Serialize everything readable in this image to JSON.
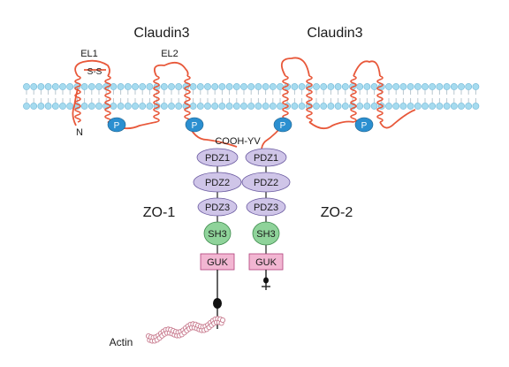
{
  "labels": {
    "claudin_left": "Claudin3",
    "claudin_right": "Claudin3",
    "el1": "EL1",
    "el2": "EL2",
    "disulfide": "S-S",
    "n_terminus": "N",
    "phospho": "P",
    "cooh": "COOH-YV",
    "zo1": "ZO-1",
    "zo2": "ZO-2",
    "actin": "Actin"
  },
  "zo1_domains": [
    "PDZ1",
    "PDZ2",
    "PDZ3",
    "SH3",
    "GUK"
  ],
  "zo2_domains": [
    "PDZ1",
    "PDZ2",
    "PDZ3",
    "SH3",
    "GUK"
  ],
  "colors": {
    "background": "#ffffff",
    "protein_chain": "#e8583a",
    "lipid_head": "#a6dbef",
    "lipid_head_stroke": "#6fb6d6",
    "lipid_tail": "#b9c7cf",
    "phospho_fill": "#2b8fd0",
    "pdz_fill": "#cfc5e8",
    "pdz_stroke": "#6a5aa0",
    "sh3_fill": "#8fd39a",
    "sh3_stroke": "#3c8a4b",
    "guk_fill": "#f2b6d2",
    "guk_stroke": "#b0407a",
    "actin_bead": "#ffffff",
    "actin_stroke": "#c87a8e",
    "linker": "#222222"
  },
  "icons": {
    "phospho_site": "blue-ellipse",
    "actin": "bead-chain",
    "zo_anchor": "black-ellipse"
  }
}
